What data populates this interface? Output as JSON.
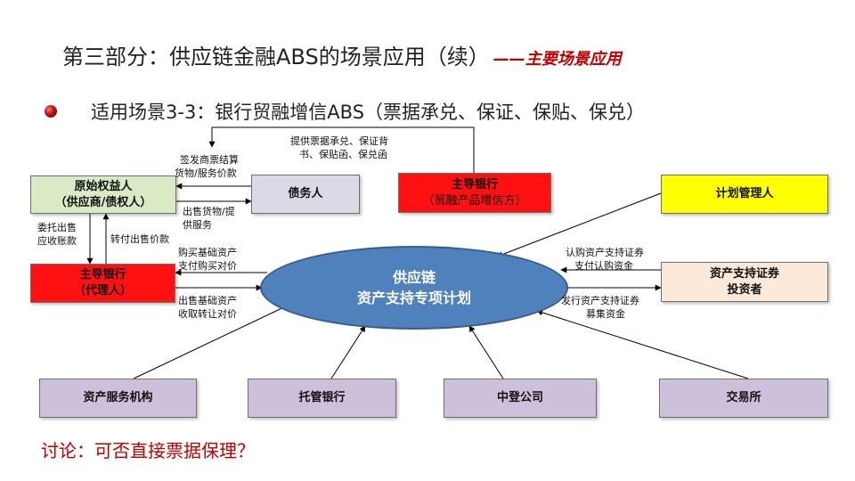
{
  "title": {
    "main": "第三部分：供应链金融ABS的场景应用（续）",
    "sub": "——主要场景应用"
  },
  "scenario": "适用场景3-3：银行贸融增信ABS（票据承兑、保证、保贴、保兑）",
  "nodes": {
    "original": [
      "原始权益人",
      "（供应商/债权人）"
    ],
    "debtor": [
      "债务人"
    ],
    "lead_bank_top": [
      "主导银行",
      "（贸融产品增信方）"
    ],
    "planner": [
      "计划管理人"
    ],
    "lead_bank_agent": [
      "主导银行",
      "（代理人）"
    ],
    "investor": [
      "资产支持证券",
      "投资者"
    ],
    "spv": [
      "供应链",
      "资产支持专项计划"
    ],
    "servicer": [
      "资产服务机构"
    ],
    "custodian": [
      "托管银行"
    ],
    "csdc": [
      "中登公司"
    ],
    "exchange": [
      "交易所"
    ]
  },
  "labels": {
    "provide_guarantee": [
      "提供票据承兑、保证背",
      "书、保贴函、保兑函"
    ],
    "issue_bill": [
      "签发商票结算",
      "货物/服务价款"
    ],
    "sell_goods": [
      "出售货物/提",
      "供服务"
    ],
    "entrust_sell": [
      "委托出售",
      "应收账款"
    ],
    "forward_payment": [
      "转付出售价款"
    ],
    "buy_assets": [
      "购买基础资产",
      "支付购买对价"
    ],
    "sell_assets": [
      "出售基础资产",
      "收取转让对价"
    ],
    "subscribe": [
      "认购资产支持证券",
      "支付认购资金"
    ],
    "issue": [
      "发行资产支持证券",
      "募集资金"
    ]
  },
  "discussion": "讨论：可否直接票据保理？",
  "colors": {
    "accent_red": "#c00000",
    "box_red": "#ff1111",
    "ellipse_blue": "#4f81bd",
    "yellow": "#ffff00"
  }
}
